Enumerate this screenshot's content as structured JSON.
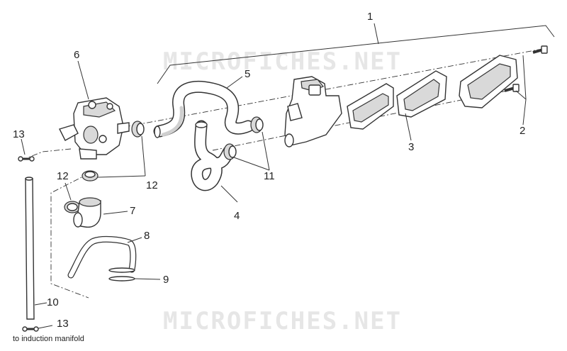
{
  "watermark": {
    "top": "MICROFICHES.NET",
    "bottom": "MICROFICHES.NET"
  },
  "callouts": {
    "c1": "1",
    "c2": "2",
    "c3": "3",
    "c4": "4",
    "c5": "5",
    "c6": "6",
    "c7": "7",
    "c8": "8",
    "c9": "9",
    "c10": "10",
    "c11": "11",
    "c12a": "12",
    "c12b": "12",
    "c13a": "13",
    "c13b": "13"
  },
  "note": "to induction manifold"
}
